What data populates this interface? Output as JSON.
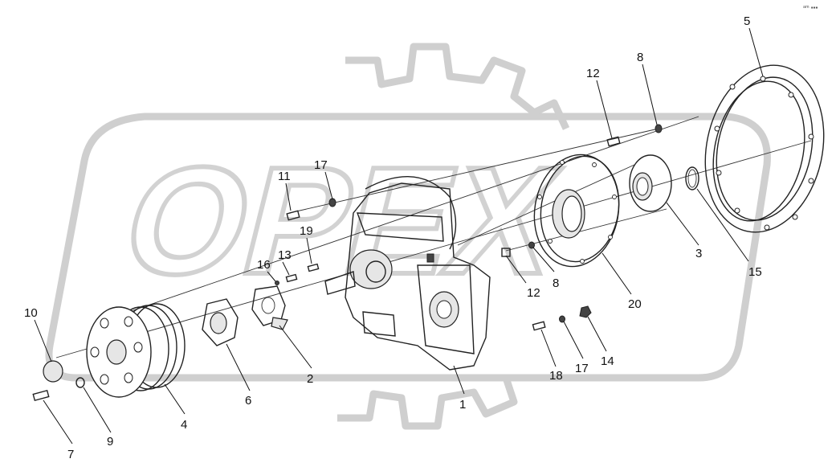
{
  "corner_mark": "ᵃᵐ ▪▪▪",
  "callouts": [
    {
      "id": "p1",
      "text": "1"
    },
    {
      "id": "p2",
      "text": "2"
    },
    {
      "id": "p3",
      "text": "3"
    },
    {
      "id": "p4",
      "text": "4"
    },
    {
      "id": "p5",
      "text": "5"
    },
    {
      "id": "p6",
      "text": "6"
    },
    {
      "id": "p7",
      "text": "7"
    },
    {
      "id": "p8a",
      "text": "8"
    },
    {
      "id": "p8b",
      "text": "8"
    },
    {
      "id": "p9",
      "text": "9"
    },
    {
      "id": "p10",
      "text": "10"
    },
    {
      "id": "p11",
      "text": "11"
    },
    {
      "id": "p12a",
      "text": "12"
    },
    {
      "id": "p12b",
      "text": "12"
    },
    {
      "id": "p13",
      "text": "13"
    },
    {
      "id": "p14",
      "text": "14"
    },
    {
      "id": "p15",
      "text": "15"
    },
    {
      "id": "p16",
      "text": "16"
    },
    {
      "id": "p17a",
      "text": "17"
    },
    {
      "id": "p17b",
      "text": "17"
    },
    {
      "id": "p18",
      "text": "18"
    },
    {
      "id": "p19",
      "text": "19"
    },
    {
      "id": "p20",
      "text": "20"
    }
  ]
}
